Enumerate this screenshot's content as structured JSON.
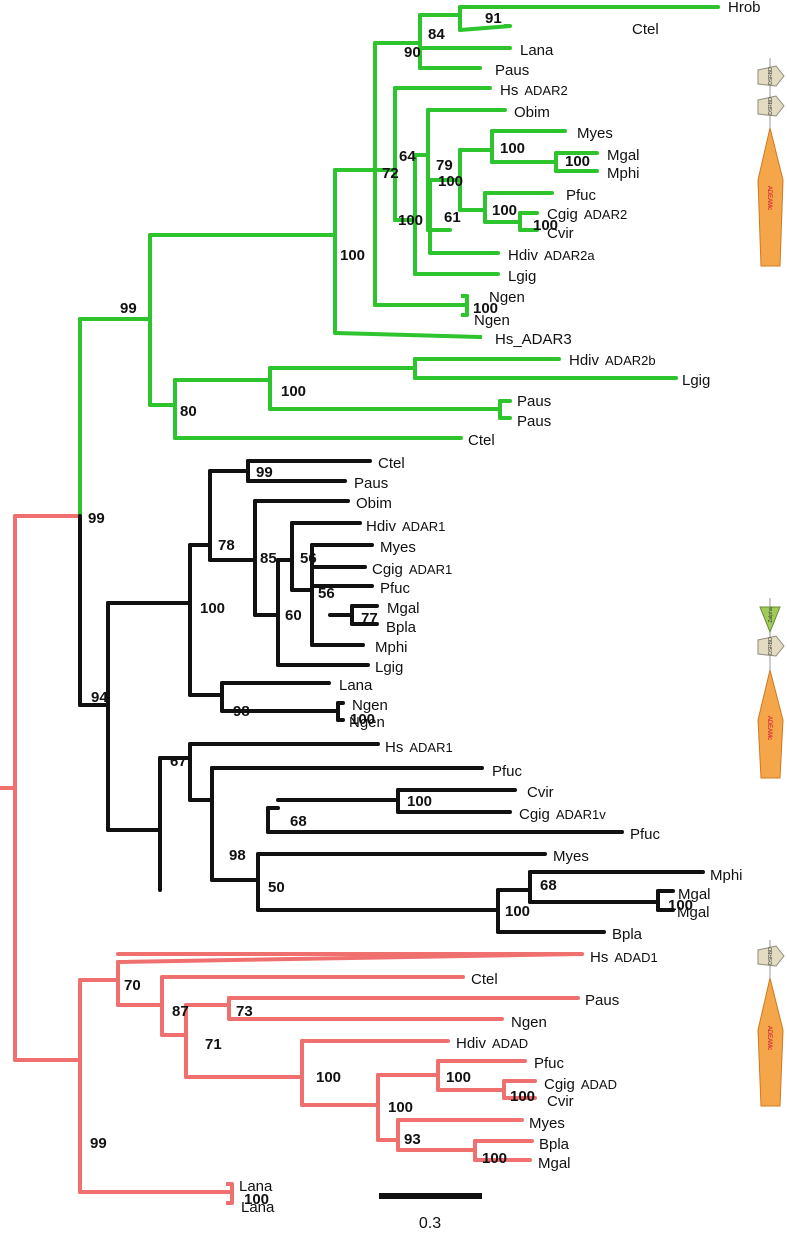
{
  "colors": {
    "green": "#2ec42e",
    "black": "#111111",
    "red": "#f07070",
    "domain_orange": "#f5a54a",
    "domain_grey": "#cfc8b0"
  },
  "scale_bar": {
    "label": "0.3"
  },
  "leaves": [
    {
      "id": "g1",
      "name": "Hrob",
      "suffix": ""
    },
    {
      "id": "g2",
      "name": "Ctel",
      "suffix": ""
    },
    {
      "id": "g3",
      "name": "Lana",
      "suffix": ""
    },
    {
      "id": "g4",
      "name": "Paus",
      "suffix": ""
    },
    {
      "id": "g5",
      "name": "Hs",
      "suffix": "ADAR2"
    },
    {
      "id": "g6",
      "name": "Obim",
      "suffix": ""
    },
    {
      "id": "g7",
      "name": "Myes",
      "suffix": ""
    },
    {
      "id": "g8",
      "name": "Mgal",
      "suffix": ""
    },
    {
      "id": "g9",
      "name": "Mphi",
      "suffix": ""
    },
    {
      "id": "g10",
      "name": "Pfuc",
      "suffix": ""
    },
    {
      "id": "g11",
      "name": "Cgig",
      "suffix": "ADAR2"
    },
    {
      "id": "g12",
      "name": "Cvir",
      "suffix": ""
    },
    {
      "id": "g13",
      "name": "Hdiv",
      "suffix": "ADAR2a"
    },
    {
      "id": "g14",
      "name": "Lgig",
      "suffix": ""
    },
    {
      "id": "g15",
      "name": "Ngen",
      "suffix": ""
    },
    {
      "id": "g16",
      "name": "Ngen",
      "suffix": ""
    },
    {
      "id": "g17",
      "name": "Hs_ADAR3",
      "suffix": ""
    },
    {
      "id": "g18",
      "name": "Hdiv",
      "suffix": "ADAR2b"
    },
    {
      "id": "g19",
      "name": "Lgig",
      "suffix": ""
    },
    {
      "id": "g20",
      "name": "Paus",
      "suffix": ""
    },
    {
      "id": "g21",
      "name": "Paus",
      "suffix": ""
    },
    {
      "id": "g22",
      "name": "Ctel",
      "suffix": ""
    },
    {
      "id": "b1",
      "name": "Ctel",
      "suffix": ""
    },
    {
      "id": "b2",
      "name": "Paus",
      "suffix": ""
    },
    {
      "id": "b3",
      "name": "Obim",
      "suffix": ""
    },
    {
      "id": "b4",
      "name": "Hdiv",
      "suffix": "ADAR1"
    },
    {
      "id": "b5",
      "name": "Myes",
      "suffix": ""
    },
    {
      "id": "b6",
      "name": "Cgig",
      "suffix": "ADAR1"
    },
    {
      "id": "b7",
      "name": "Pfuc",
      "suffix": ""
    },
    {
      "id": "b8",
      "name": "Mgal",
      "suffix": ""
    },
    {
      "id": "b9",
      "name": "Bpla",
      "suffix": ""
    },
    {
      "id": "b10",
      "name": "Mphi",
      "suffix": ""
    },
    {
      "id": "b11",
      "name": "Lgig",
      "suffix": ""
    },
    {
      "id": "b12",
      "name": "Lana",
      "suffix": ""
    },
    {
      "id": "b13",
      "name": "Ngen",
      "suffix": ""
    },
    {
      "id": "b14",
      "name": "Ngen",
      "suffix": ""
    },
    {
      "id": "b15",
      "name": "Hs",
      "suffix": "ADAR1"
    },
    {
      "id": "b16",
      "name": "Pfuc",
      "suffix": ""
    },
    {
      "id": "b17",
      "name": "Cvir",
      "suffix": ""
    },
    {
      "id": "b18",
      "name": "Cgig",
      "suffix": "ADAR1v"
    },
    {
      "id": "b19",
      "name": "Pfuc",
      "suffix": ""
    },
    {
      "id": "b20",
      "name": "Myes",
      "suffix": ""
    },
    {
      "id": "b21",
      "name": "Mphi",
      "suffix": ""
    },
    {
      "id": "b22",
      "name": "Mgal",
      "suffix": ""
    },
    {
      "id": "b23",
      "name": "Mgal",
      "suffix": ""
    },
    {
      "id": "b24",
      "name": "Bpla",
      "suffix": ""
    },
    {
      "id": "r1",
      "name": "Hs",
      "suffix": "ADAD1"
    },
    {
      "id": "r2",
      "name": "Ctel",
      "suffix": ""
    },
    {
      "id": "r3",
      "name": "Paus",
      "suffix": ""
    },
    {
      "id": "r4",
      "name": "Ngen",
      "suffix": ""
    },
    {
      "id": "r5",
      "name": "Hdiv",
      "suffix": "ADAD"
    },
    {
      "id": "r6",
      "name": "Pfuc",
      "suffix": ""
    },
    {
      "id": "r7",
      "name": "Cgig",
      "suffix": "ADAD"
    },
    {
      "id": "r8",
      "name": "Cvir",
      "suffix": ""
    },
    {
      "id": "r9",
      "name": "Myes",
      "suffix": ""
    },
    {
      "id": "r10",
      "name": "Bpla",
      "suffix": ""
    },
    {
      "id": "r11",
      "name": "Mgal",
      "suffix": ""
    },
    {
      "id": "r12",
      "name": "Lana",
      "suffix": ""
    },
    {
      "id": "r13",
      "name": "Lana",
      "suffix": ""
    }
  ],
  "bootstrap": [
    {
      "id": "n91",
      "value": "91"
    },
    {
      "id": "n84",
      "value": "84"
    },
    {
      "id": "n90",
      "value": "90"
    },
    {
      "id": "n64",
      "value": "64"
    },
    {
      "id": "n72",
      "value": "72"
    },
    {
      "id": "n79",
      "value": "79"
    },
    {
      "id": "n100a",
      "value": "100"
    },
    {
      "id": "n100b",
      "value": "100"
    },
    {
      "id": "n100c",
      "value": "100"
    },
    {
      "id": "n100d",
      "value": "100"
    },
    {
      "id": "n100e",
      "value": "100"
    },
    {
      "id": "n61",
      "value": "61"
    },
    {
      "id": "n100f",
      "value": "100"
    },
    {
      "id": "n100g",
      "value": "100"
    },
    {
      "id": "n99g",
      "value": "99"
    },
    {
      "id": "n100h",
      "value": "100"
    },
    {
      "id": "n100i",
      "value": "100"
    },
    {
      "id": "n80",
      "value": "80"
    },
    {
      "id": "n99root",
      "value": "99"
    },
    {
      "id": "n99b",
      "value": "99"
    },
    {
      "id": "n78",
      "value": "78"
    },
    {
      "id": "n85",
      "value": "85"
    },
    {
      "id": "n56a",
      "value": "56"
    },
    {
      "id": "n56b",
      "value": "56"
    },
    {
      "id": "n60",
      "value": "60"
    },
    {
      "id": "n77",
      "value": "77"
    },
    {
      "id": "n100j",
      "value": "100"
    },
    {
      "id": "n98a",
      "value": "98"
    },
    {
      "id": "n100k",
      "value": "100"
    },
    {
      "id": "n94",
      "value": "94"
    },
    {
      "id": "n67",
      "value": "67"
    },
    {
      "id": "n100l",
      "value": "100"
    },
    {
      "id": "n68a",
      "value": "68"
    },
    {
      "id": "n98b",
      "value": "98"
    },
    {
      "id": "n68b",
      "value": "68"
    },
    {
      "id": "n100m",
      "value": "100"
    },
    {
      "id": "n100n",
      "value": "100"
    },
    {
      "id": "n50",
      "value": "50"
    },
    {
      "id": "n70",
      "value": "70"
    },
    {
      "id": "n87",
      "value": "87"
    },
    {
      "id": "n73",
      "value": "73"
    },
    {
      "id": "n71",
      "value": "71"
    },
    {
      "id": "n100o",
      "value": "100"
    },
    {
      "id": "n100p",
      "value": "100"
    },
    {
      "id": "n100q",
      "value": "100"
    },
    {
      "id": "n100r",
      "value": "100"
    },
    {
      "id": "n93",
      "value": "93"
    },
    {
      "id": "n100s",
      "value": "100"
    },
    {
      "id": "n99r",
      "value": "99"
    },
    {
      "id": "n100t",
      "value": "100"
    }
  ],
  "domain_labels": {
    "dsrbd": "DSRBD",
    "zalpha": "Zalpha",
    "adeam": "ADEAMc"
  }
}
